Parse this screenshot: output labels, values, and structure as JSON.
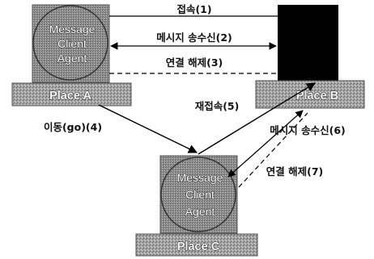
{
  "agents": {
    "top": [
      "Message",
      "Client",
      "Agent"
    ],
    "bottom": [
      "Message",
      "Client",
      "Agent"
    ]
  },
  "places": {
    "a": "Place A",
    "b": "Place B",
    "c": "Place C"
  },
  "edges": {
    "connect": "접속(1)",
    "message_exchange": "메시지 송수신(2)",
    "disconnect": "연결 해제(3)",
    "move": "이동(go)(4)",
    "reconnect": "재접속(5)",
    "message_exchange_2": "메시지 송수신(6)",
    "disconnect_2": "연결 해제(7)"
  },
  "colors": {
    "server": "#000000",
    "place_fill": "#9a9a9a",
    "agent_fill": "#8c8c8c"
  }
}
